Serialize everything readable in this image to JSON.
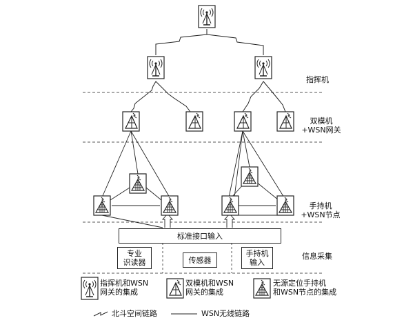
{
  "levels": {
    "command": "指挥机",
    "dual_mode": [
      "双模机",
      "+WSN网关"
    ],
    "handheld": [
      "手持机",
      "+WSN节点"
    ],
    "info_collect": "信息采集"
  },
  "interface_box": "标准接口输入",
  "input_boxes": [
    [
      "专业",
      "识读器"
    ],
    [
      "传感器"
    ],
    [
      "手持机",
      "输入"
    ]
  ],
  "legend": {
    "items": [
      [
        "指挥机和WSN",
        "网关的集成"
      ],
      [
        "双模机和WSN",
        "网关的集成"
      ],
      [
        "无源定位手持机",
        "和WSN节点的集成"
      ]
    ],
    "links": {
      "beidou": "北斗空间链路",
      "wsn": "WSN无线链路"
    }
  },
  "colors": {
    "line": "#222222",
    "background": "#ffffff"
  }
}
